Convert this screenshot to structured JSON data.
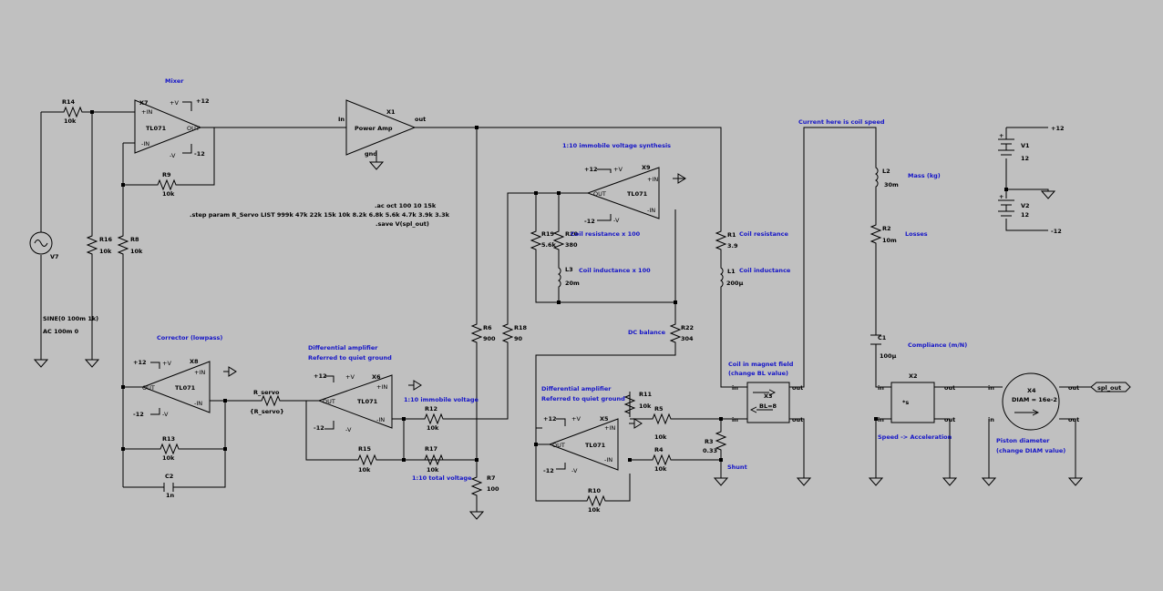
{
  "directives": {
    "ac": ".ac oct 100 10 15k",
    "step": ".step param R_Servo LIST 999k 47k 22k 15k 10k 8.2k 6.8k 5.6k 4.7k 3.9k 3.3k",
    "save": ".save V(spl_out)"
  },
  "labels": {
    "mixer": "Mixer",
    "immobile_synth": "1:10 immobile voltage synthesis",
    "current_coil_speed": "Current here is coil speed",
    "mass": "Mass (kg)",
    "losses": "Losses",
    "coil_resistance": "Coil resistance",
    "coil_inductance": "Coil inductance",
    "coil_resistance_x100": "Coil resistance x 100",
    "coil_inductance_x100": "Coil inductance x 100",
    "dc_balance": "DC balance",
    "compliance": "Compliance (m/N)",
    "corrector": "Corrector (lowpass)",
    "diffamp1_l1": "Differential amplifier",
    "diffamp1_l2": "Referred to quiet ground",
    "diffamp2_l1": "Differential amplifier",
    "diffamp2_l2": "Referred to quiet ground",
    "immobile_voltage": "1:10 immobile voltage",
    "total_voltage": "1:10 total voltage",
    "coil_field_l1": "Coil in magnet field",
    "coil_field_l2": "(change BL value)",
    "speed_accel": "Speed -> Acceleration",
    "piston_l1": "Piston diameter",
    "piston_l2": "(change DIAM value)",
    "shunt": "Shunt"
  },
  "components": {
    "R14": {
      "name": "R14",
      "value": "10k"
    },
    "R16": {
      "name": "R16",
      "value": "10k"
    },
    "R8": {
      "name": "R8",
      "value": "10k"
    },
    "R9": {
      "name": "R9",
      "value": "10k"
    },
    "R13": {
      "name": "R13",
      "value": "10k"
    },
    "C2": {
      "name": "C2",
      "value": "1n"
    },
    "R_servo": {
      "name": "R_servo",
      "value": "{R_servo}"
    },
    "R15": {
      "name": "R15",
      "value": "10k"
    },
    "R17": {
      "name": "R17",
      "value": "10k"
    },
    "R12": {
      "name": "R12",
      "value": "10k"
    },
    "R6": {
      "name": "R6",
      "value": "900"
    },
    "R18": {
      "name": "R18",
      "value": "90"
    },
    "R7": {
      "name": "R7",
      "value": "100"
    },
    "R19": {
      "name": "R19",
      "value": "5.6k"
    },
    "R20": {
      "name": "R20",
      "value": "380"
    },
    "L3": {
      "name": "L3",
      "value": "20m"
    },
    "R22": {
      "name": "R22",
      "value": "304"
    },
    "R11": {
      "name": "R11",
      "value": "10k"
    },
    "R5": {
      "name": "R5",
      "value": "10k"
    },
    "R4": {
      "name": "R4",
      "value": "10k"
    },
    "R10": {
      "name": "R10",
      "value": "10k"
    },
    "R3": {
      "name": "R3",
      "value": "0.33"
    },
    "R1": {
      "name": "R1",
      "value": "3.9"
    },
    "L1": {
      "name": "L1",
      "value": "200µ"
    },
    "L2": {
      "name": "L2",
      "value": "30m"
    },
    "R2": {
      "name": "R2",
      "value": "10m"
    },
    "C1": {
      "name": "C1",
      "value": "100µ"
    },
    "V1": {
      "name": "V1",
      "value": "12"
    },
    "V2": {
      "name": "V2",
      "value": "12"
    },
    "V7": {
      "name": "V7",
      "sine": "SINE(0 100m 1k)",
      "ac": "AC 100m 0"
    },
    "X7": {
      "name": "X7",
      "model": "TL071"
    },
    "X8": {
      "name": "X8",
      "model": "TL071"
    },
    "X6": {
      "name": "X6",
      "model": "TL071"
    },
    "X9": {
      "name": "X9",
      "model": "TL071"
    },
    "X5": {
      "name": "X5",
      "model": "TL071"
    },
    "X1": {
      "name": "X1",
      "model": "Power Amp",
      "in": "In",
      "out": "out",
      "gnd": "gnd"
    },
    "X3": {
      "name": "X3",
      "param": "BL=8"
    },
    "X2": {
      "name": "X2",
      "func": "*s"
    },
    "X4": {
      "name": "X4",
      "param": "DIAM = 16e-2"
    }
  },
  "opamp_pins": {
    "pv": "+V",
    "nv": "-V",
    "pin": "+IN",
    "nin": "-IN",
    "out": "OUT"
  },
  "pins": {
    "in": "in",
    "out": "out"
  },
  "rails": {
    "p12": "+12",
    "n12": "-12"
  },
  "nets": {
    "spl_out": "spl_out"
  }
}
